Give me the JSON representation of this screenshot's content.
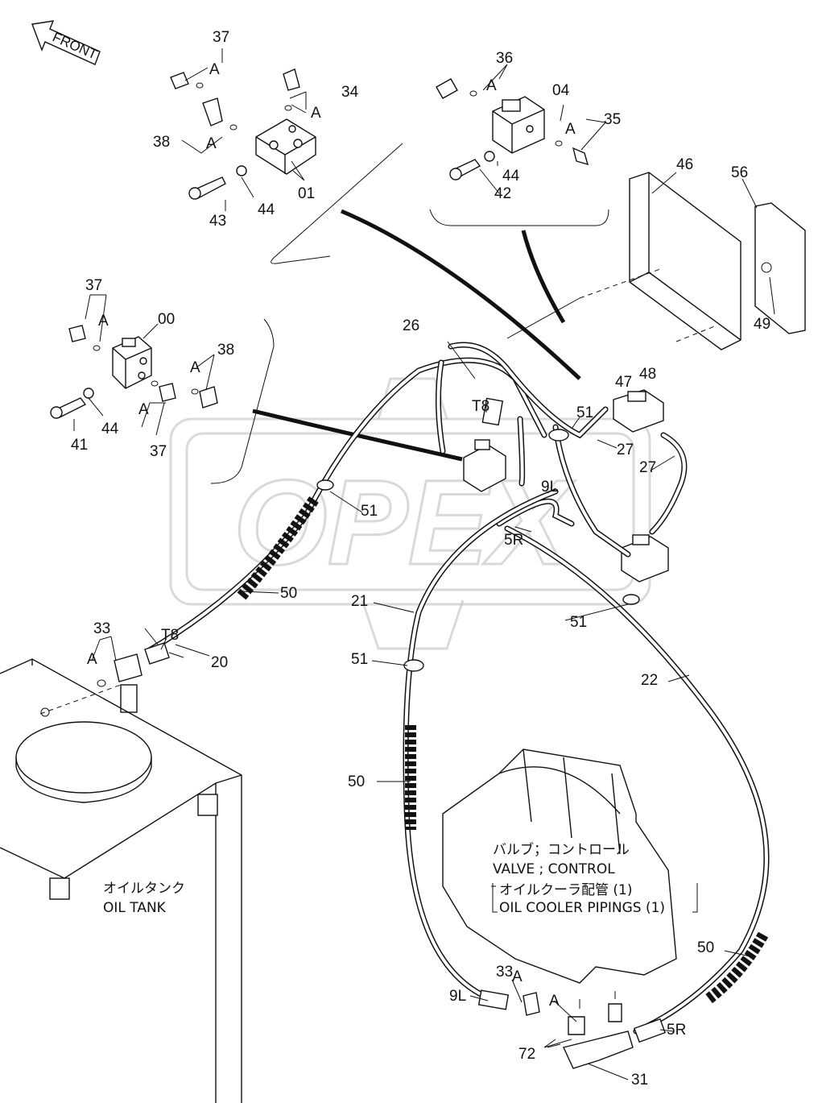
{
  "watermark": "OPEX",
  "front_badge": "FRONT",
  "oil_tank": {
    "jp": "オイルタンク",
    "en": "OIL TANK"
  },
  "valve_caption": {
    "jp": "バルブ；コントロール",
    "en": "VALVE ; CONTROL",
    "sub_jp": "オイルクーラ配管 (1)",
    "sub_en": "OIL COOLER PIPINGS (1)"
  },
  "callouts": {
    "c37a": "37",
    "cA1": "A",
    "c34": "34",
    "cA2": "A",
    "c38a": "38",
    "cA3": "A",
    "c01": "01",
    "c44a": "44",
    "c43": "43",
    "c36": "36",
    "cA4": "A",
    "c04": "04",
    "c35": "35",
    "cA5": "A",
    "c44b": "44",
    "c42": "42",
    "c46": "46",
    "c56": "56",
    "c49": "49",
    "c47": "47",
    "c48": "48",
    "c37b": "37",
    "cA6": "A",
    "c00": "00",
    "c38b": "38",
    "cA7": "A",
    "c41": "41",
    "c44c": "44",
    "cA8": "A",
    "c37c": "37",
    "c26": "26",
    "cT8a": "T8",
    "c51a": "51",
    "c27a": "27",
    "c27b": "27",
    "c51b": "51",
    "c9La": "9L",
    "c5Ra": "5R",
    "c50a": "50",
    "c33a": "33",
    "cA9": "A",
    "cT8b": "T8",
    "c20": "20",
    "c21": "21",
    "c51c": "51",
    "c51d": "51",
    "c22": "22",
    "c50b": "50",
    "c50c": "50",
    "c9Lb": "9L",
    "c33b": "33",
    "cA10": "A",
    "cA11": "A",
    "c72": "72",
    "c5Rb": "5R",
    "c31": "31"
  }
}
